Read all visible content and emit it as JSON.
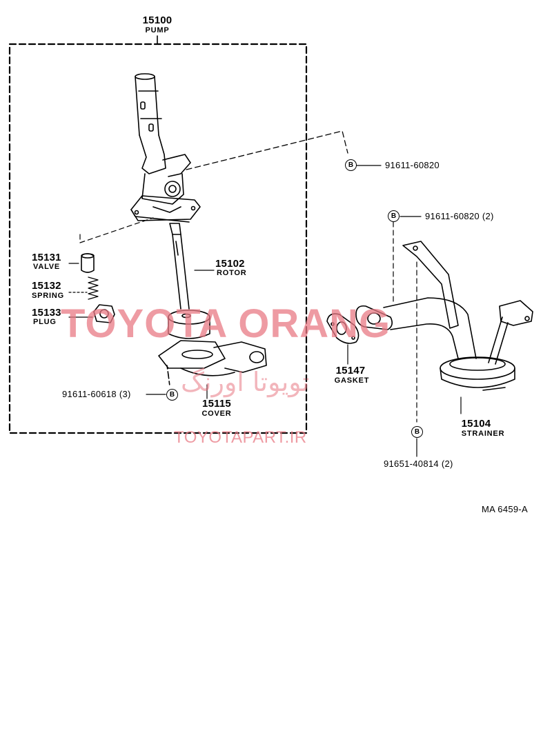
{
  "parts": {
    "pump": {
      "number": "15100",
      "name": "PUMP"
    },
    "rotor": {
      "number": "15102",
      "name": "ROTOR"
    },
    "valve": {
      "number": "15131",
      "name": "VALVE"
    },
    "spring": {
      "number": "15132",
      "name": "SPRING"
    },
    "plug": {
      "number": "15133",
      "name": "PLUG"
    },
    "cover": {
      "number": "15115",
      "name": "COVER"
    },
    "gasket": {
      "number": "15147",
      "name": "GASKET"
    },
    "strainer": {
      "number": "15104",
      "name": "STRAINER"
    }
  },
  "bolts": {
    "pump_bolt": {
      "mark": "B",
      "part": "91611-60820"
    },
    "strainer_bolt": {
      "mark": "B",
      "part": "91611-60820 (2)"
    },
    "cover_bolt": {
      "mark": "B",
      "part": "91611-60618 (3)"
    },
    "strainer_nut": {
      "mark": "B",
      "part": "91651-40814 (2)"
    }
  },
  "diagram_code": "MA  6459-A",
  "watermark": {
    "main": "TOYOTA ORANG",
    "farsi": "تویوتا اورنگ",
    "url": "TOYOTAPART.IR",
    "color": "#e97a85"
  }
}
